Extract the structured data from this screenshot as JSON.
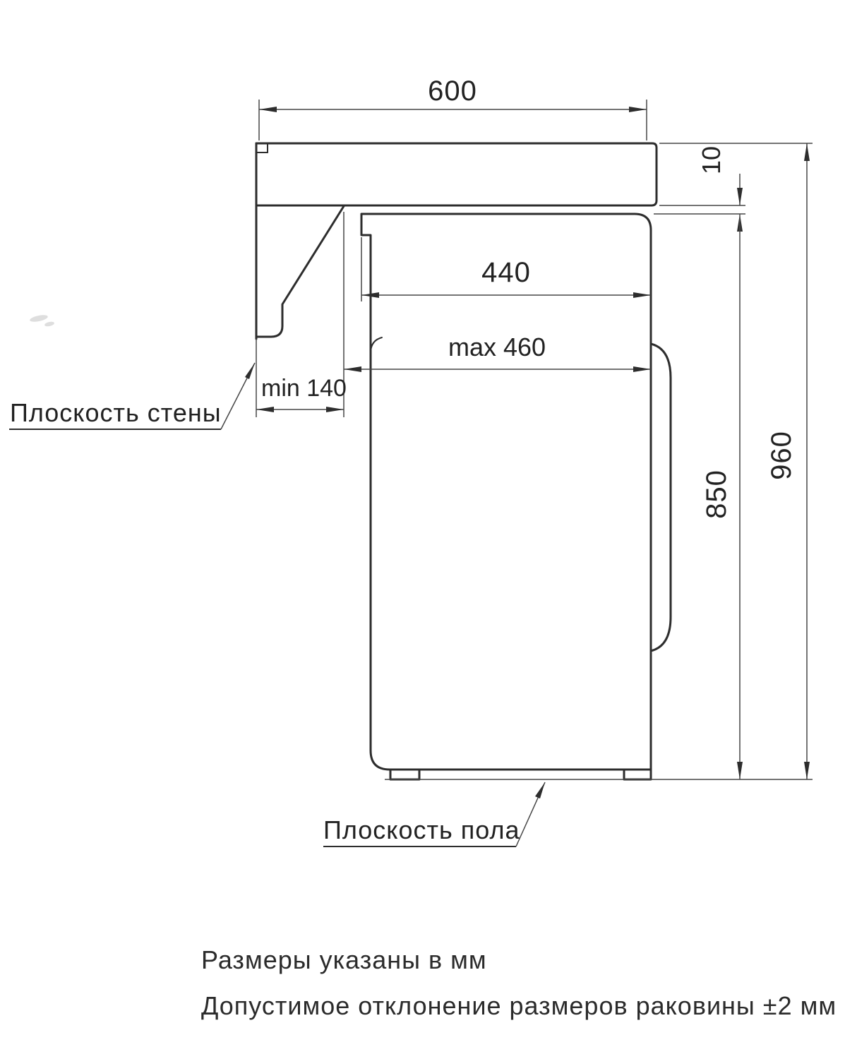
{
  "drawing": {
    "dimensions": {
      "countertop_width": "600",
      "gap_counter_machine": "10",
      "machine_body_depth": "440",
      "machine_max_depth": "max 460",
      "wall_clearance_min": "min 140",
      "machine_height": "850",
      "total_height": "960"
    },
    "labels": {
      "wall_plane": "Плоскость стены",
      "floor_plane": "Плоскость пола"
    },
    "notes": {
      "line1": "Размеры указаны в мм",
      "line2": "Допустимое отклонение размеров раковины ±2 мм"
    },
    "colors": {
      "line": "#2d2d2d",
      "thin_line": "#474747",
      "background": "#ffffff"
    }
  }
}
